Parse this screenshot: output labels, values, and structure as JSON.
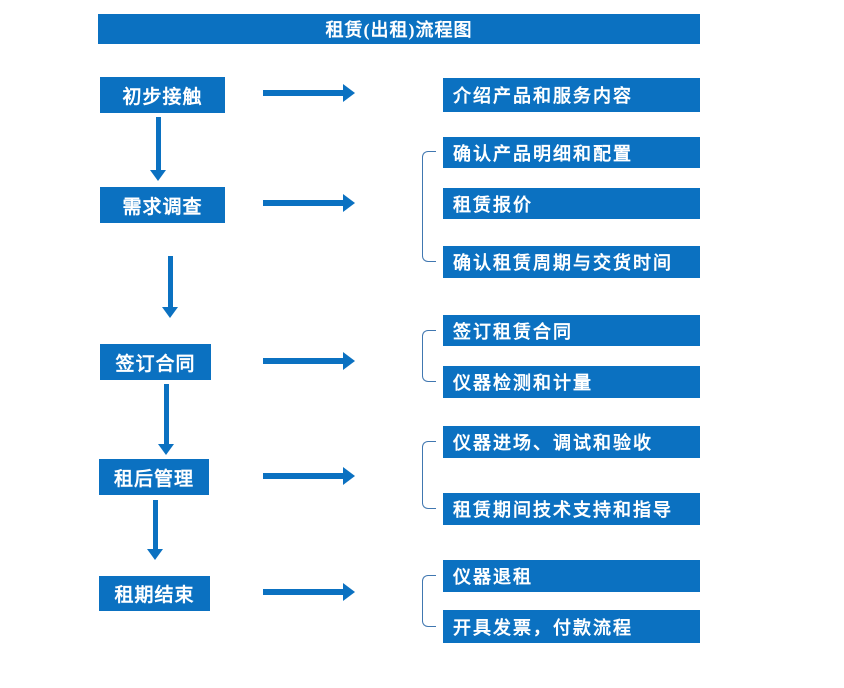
{
  "title": "租赁(出租)流程图",
  "colors": {
    "primary": "#0b71c1",
    "bracket": "#4077b0",
    "text": "#ffffff",
    "background": "#ffffff"
  },
  "steps": [
    {
      "label": "初步接触",
      "items": [
        "介绍产品和服务内容"
      ]
    },
    {
      "label": "需求调查",
      "items": [
        "确认产品明细和配置",
        "租赁报价",
        "确认租赁周期与交货时间"
      ]
    },
    {
      "label": "签订合同",
      "items": [
        "签订租赁合同",
        "仪器检测和计量"
      ]
    },
    {
      "label": "租后管理",
      "items": [
        "仪器进场、调试和验收",
        "租赁期间技术支持和指导"
      ]
    },
    {
      "label": "租期结束",
      "items": [
        "仪器退租",
        "开具发票，付款流程"
      ]
    }
  ]
}
